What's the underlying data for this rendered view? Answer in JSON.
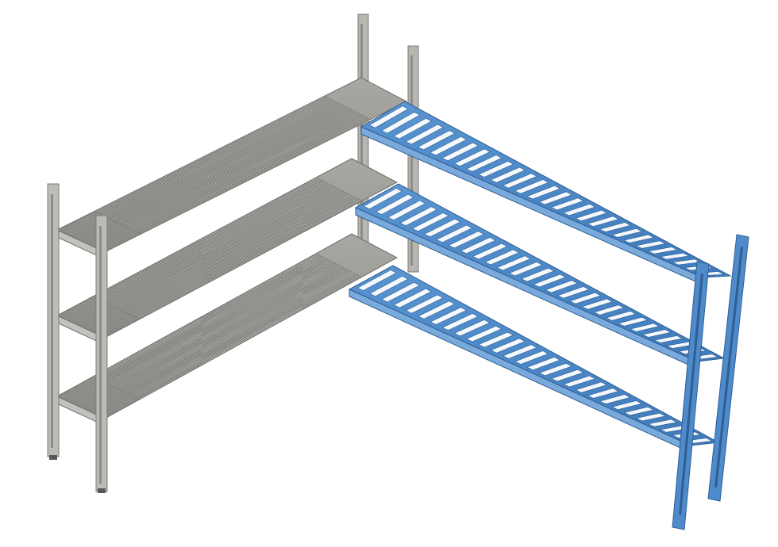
{
  "scene": {
    "subject": "corner-shelving-units",
    "units": [
      {
        "name": "grey-shelving-unit",
        "finish": "anodized-aluminium",
        "shelf_count": 3,
        "color": "#9a9893",
        "color_dark": "#6f6d69",
        "color_light": "#c4c2bd"
      },
      {
        "name": "blue-shelving-unit",
        "finish": "blue-coated",
        "shelf_count": 3,
        "color": "#4a86c5",
        "color_dark": "#2f5f95",
        "color_light": "#7aaadb"
      }
    ],
    "background": "#ffffff"
  }
}
